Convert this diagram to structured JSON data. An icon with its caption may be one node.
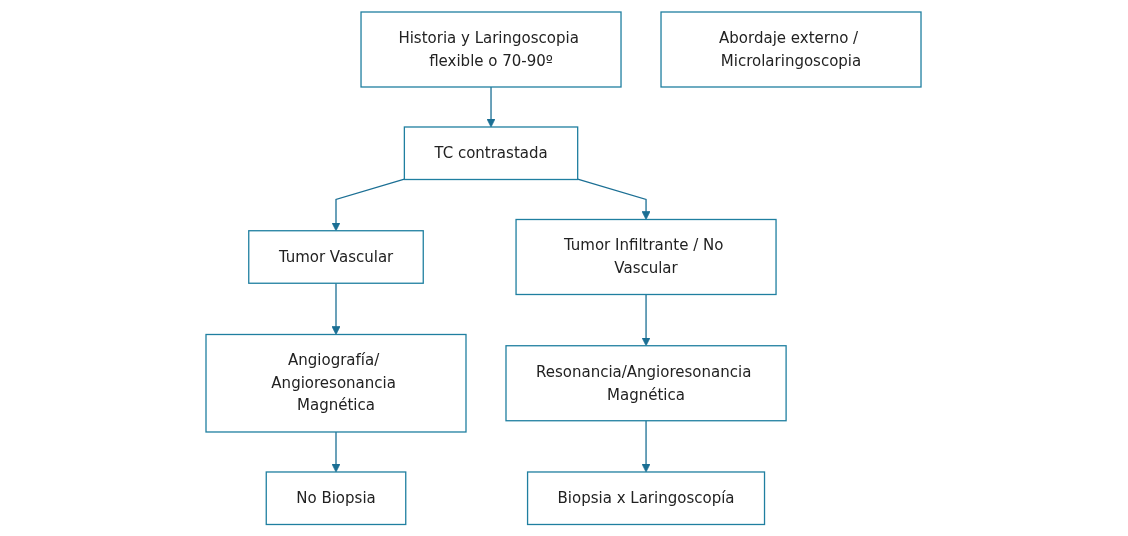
{
  "diagram": {
    "nodes": [
      {
        "text": [
          "Historia y Laringoscopia flexible o 70-90º"
        ]
      },
      {
        "text": [
          "TC contrastada"
        ]
      },
      {
        "text": [
          "Tumor Vascular"
        ]
      },
      {
        "text": [
          "Tumor Infiltrante / No Vascular"
        ]
      },
      {
        "text": [
          "Angiografía/ Angioresonancia Magnética"
        ]
      },
      {
        "text": [
          "Resonancia/Angioresonancia Magnética"
        ]
      },
      {
        "text": [
          "No Biopsia"
        ]
      },
      {
        "text": [
          "Biopsia x Laringoscopía"
        ]
      },
      {
        "text": [
          "Abordaje externo / Microlaringoscopia"
        ]
      }
    ],
    "edges": [
      {
        "from": 0,
        "to": 1,
        "arrow": "to"
      },
      {
        "from": 1,
        "to": 2,
        "arrow": "to"
      },
      {
        "from": 1,
        "to": 3,
        "arrow": "to"
      },
      {
        "from": 2,
        "to": 4,
        "arrow": "to"
      },
      {
        "from": 3,
        "to": 5,
        "arrow": "to"
      },
      {
        "from": 4,
        "to": 6,
        "arrow": "to"
      },
      {
        "from": 5,
        "to": 7,
        "arrow": "to"
      }
    ]
  }
}
